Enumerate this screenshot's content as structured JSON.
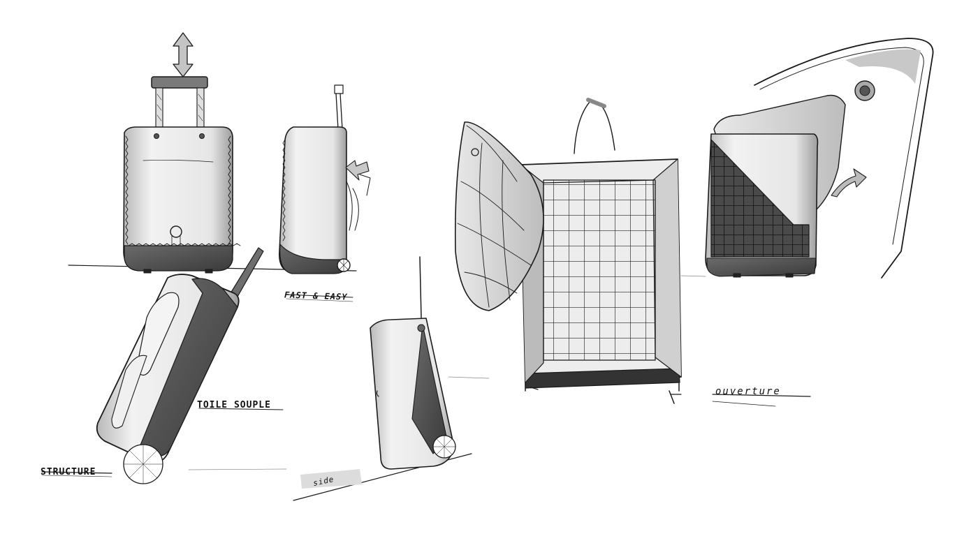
{
  "sketch": {
    "labels": {
      "fast_easy": "FAST & EASY",
      "toile_souple": "TOILE SOUPLE",
      "structure": "STRUCTURE",
      "side": "side",
      "ouverture": "ouverture"
    },
    "ink_color": "#1a1a1a",
    "marker_gray": "#8a8a8a",
    "marker_light": "#d9d9d9",
    "marker_dark": "#3c3c3c"
  }
}
